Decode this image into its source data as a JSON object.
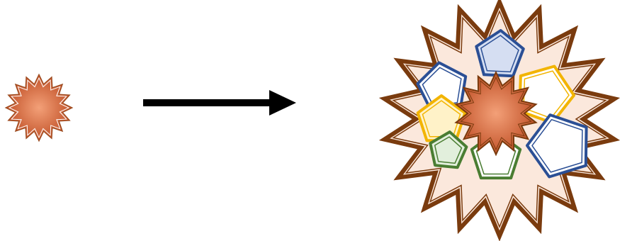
{
  "diagram": {
    "description_labels": [],
    "colors": {
      "brown": "#7a3b0e",
      "star_outline_small": "#9a4a1e",
      "burst_fill": "#fbe8dc",
      "core_fill_inner": "#f3a078",
      "core_fill_outer": "#c2532a",
      "arrow": "#000000",
      "blue": "#2b4f95",
      "blue_fill": "#d5def2",
      "yellow": "#f2b400",
      "yellow_fill": "#fff2c8",
      "green": "#4a7d32",
      "green_fill": "#e2efdc",
      "white": "#ffffff"
    },
    "elements": {
      "left_item": "small-orange-star",
      "connector": "right-arrow",
      "right_item": "large-burst-with-pentagons"
    },
    "pentagons": [
      {
        "color": "blue",
        "filled": true
      },
      {
        "color": "blue",
        "filled": false
      },
      {
        "color": "yellow",
        "filled": false
      },
      {
        "color": "yellow",
        "filled": true
      },
      {
        "color": "green",
        "filled": true
      },
      {
        "color": "green",
        "filled": false
      },
      {
        "color": "blue",
        "filled": false
      }
    ]
  }
}
